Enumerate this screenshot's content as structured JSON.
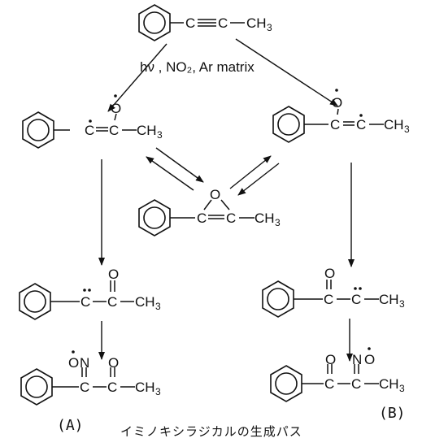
{
  "reaction": {
    "conditions": "hν , NO₂, Ar matrix"
  },
  "atoms": {
    "C": "C",
    "O": "O",
    "N": "N",
    "CH3": "CH",
    "sub3": "3"
  },
  "labels": {
    "A": "(A)",
    "B": "(B)"
  },
  "caption": "イミノキシラジカルの生成パス",
  "colors": {
    "ink": "#111111",
    "background": "#ffffff"
  }
}
